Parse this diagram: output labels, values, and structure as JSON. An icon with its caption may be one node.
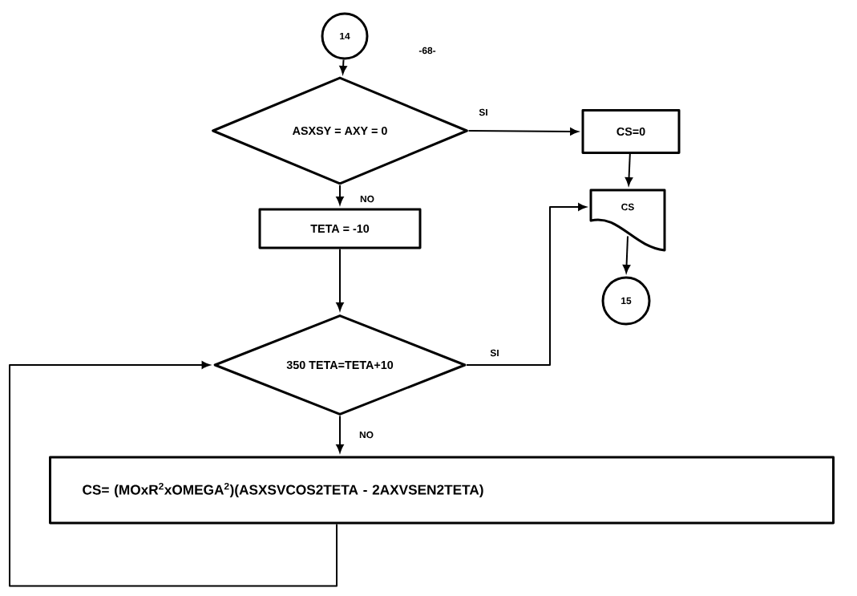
{
  "diagram": {
    "nodes": [
      {
        "text": [
          "14"
        ]
      },
      {
        "text": [
          "ASXSY = AXY = 0"
        ]
      },
      {
        "text": [
          "CS=0"
        ]
      },
      {
        "text": [
          "CS"
        ]
      },
      {
        "text": [
          "15"
        ]
      },
      {
        "text": [
          "TETA = -10"
        ]
      },
      {
        "text": [
          "350 TETA=TETA+10"
        ]
      },
      {
        "text": [
          "CS= (MOxR$^{2}$xOMEGA$^{2}$)(ASXSVCOS2TETA - 2AXVSEN2TETA)"
        ]
      }
    ],
    "edges": [
      {
        "from": 0,
        "to": 1,
        "arrow": "to"
      },
      {
        "from": 1,
        "to": 2,
        "arrow": "to",
        "label": "SI"
      },
      {
        "from": 1,
        "to": 5,
        "arrow": "to",
        "label": "NO"
      },
      {
        "from": 2,
        "to": 3,
        "arrow": "to"
      },
      {
        "from": 3,
        "to": 4,
        "arrow": "to"
      },
      {
        "from": 5,
        "to": 6,
        "arrow": "to"
      },
      {
        "from": 6,
        "to": 3,
        "arrow": "to",
        "label": "SI"
      },
      {
        "from": 6,
        "to": 7,
        "arrow": "to",
        "label": "NO"
      },
      {
        "from": 7,
        "to": 6,
        "arrow": "to"
      }
    ],
    "labels": [
      "-68-"
    ]
  }
}
